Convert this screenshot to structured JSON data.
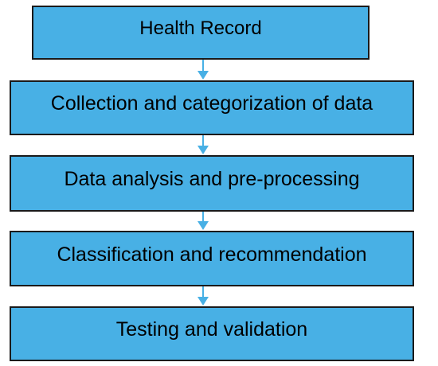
{
  "colors": {
    "box_fill": "#48b0e5",
    "box_border": "#1a1a1a",
    "arrow": "#48b0e5",
    "text": "#000000"
  },
  "steps": [
    {
      "label": "Health Record"
    },
    {
      "label": "Collection and categorization of data"
    },
    {
      "label": "Data analysis and pre-processing"
    },
    {
      "label": "Classification and recommendation"
    },
    {
      "label": "Testing and validation"
    }
  ]
}
